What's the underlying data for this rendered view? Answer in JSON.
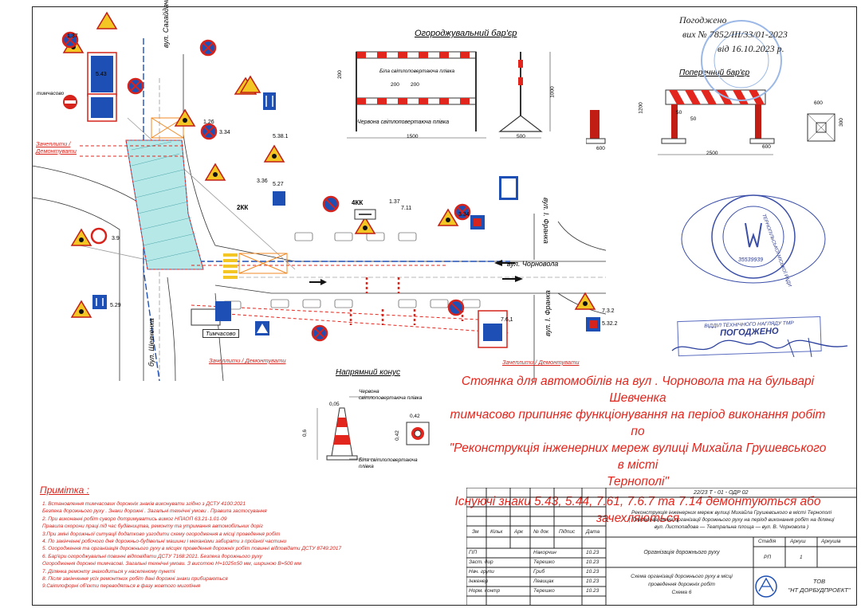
{
  "approval": {
    "line1": "Погоджено",
    "line2": "вих № 7852/ІІІ/33/01-2023",
    "line3": "від 16.10.2023 р."
  },
  "headings": {
    "fence": "Огороджувальний бар'єр",
    "cross_barrier": "Поперечний бар'єр",
    "cone": "Напрямний конус"
  },
  "fence_drawing": {
    "white_strip": "Біла світлоповертаюча плівка",
    "red_strip": "Червона світлоповертаюча плівка",
    "dims": [
      "200",
      "200",
      "200",
      "1500",
      "500",
      "1000",
      "600"
    ]
  },
  "cross_barrier_drawing": {
    "dims": [
      "1200",
      "50",
      "50",
      "2500",
      "600",
      "600",
      "300"
    ]
  },
  "cone_drawing": {
    "red_strip": "Червона світлоповертаюча плівка",
    "white_strip": "Біла світлоповертаюча плівка",
    "dims": [
      "0,05",
      "0,6",
      "0,42",
      "0,42"
    ]
  },
  "map_labels": {
    "street_chornovola": "вул. Чорновола",
    "street_franka_top": "вул. І. Франка",
    "street_franka_bottom": "вул. І. Франка",
    "street_shevchenka": "бул. Шевченка",
    "street_sahaidachnoho": "вул. Сагайдачного",
    "zones": [
      "Зачеплити / Демонтувати",
      "Зачеплити / Демонтувати",
      "Зачеплити / Демонтувати"
    ],
    "temporary": "Тимчасово",
    "parking": "тимчасово",
    "lane_2kk": "2КК",
    "lane_4kk": "4КК",
    "sign_codes": [
      "1.37",
      "3.34",
      "1.26",
      "3.9",
      "5.29",
      "5.32.2",
      "7.3.2",
      "3.36",
      "7.11",
      "5.27",
      "5.38.1",
      "3.34",
      "1.37",
      "5.43",
      "7.6.1"
    ]
  },
  "main_notice": {
    "line1": "Стоянка для автомобілів на вул . Чорновола та на бульварі Шевченка",
    "line2": "тимчасово припиняє функціонування на період виконання робіт по",
    "line3": "\"Реконструкція інженерних мереж вулиці Михайла Грушевського в місті",
    "line4": "Тернополі\"",
    "line5": "Існуючі знаки 5.43, 5.44, 7.61, 7.6.7 та 7.14 демонтуються або",
    "line6": "зачехляються"
  },
  "notes": {
    "title": "Примітка :",
    "items": [
      "1. Встановлення тимчасових дорожніх знаків виконувати згідно з ДСТУ 4100:2021",
      "Безпека дорожнього руху . Знаки дорожні . Загальні технічні умови . Правила застосування",
      "2. При виконанні робіт суворо дотримуватись вимог НПАОП 63.21-1.01-09",
      "Правила охорони праці під час будівництва, ремонту та утримання автомобільних доріг",
      "3.При зміні дорожньої ситуації додатково узгодити схему огородження в місці проведення робіт",
      "4. По закінченні робочого дня дорожньо-будівельні машини і механізми забирати з проїзної частини",
      "5. Огородження та організація дорожнього руху в місцях проведення дорожніх робіт повинні відповідати ДСТУ 8749:2017",
      "6. Бар'єри огороджувальні повинні відповідати ДСТУ 7168:2021. Безпека дорожнього руху",
      "Огородження дорожні тимчасові. Загальні технічні умови. З висотою Н=1025±50 мм, шириною В=500 мм",
      "7. Ділянка ремонту знаходиться у населеному пункті",
      "8. Після закінчення усіх ремонтних робіт дані дорожні знаки прибираються",
      "9.Світлофорні об'єкти переводяться в фазу жовтого мигotіння"
    ]
  },
  "title_block": {
    "code": "22/23 Т - 01 - ОДР 02",
    "project": "Реконструкція інженерних мереж вулиці Михайла Грушевського в місті Тернополі",
    "project2": "( Тимчасова схема організації дорожнього руху на період виконання робіт на ділянці",
    "project3": "вул. Листопадова — Театральна площа — вул. В. Чорновола )",
    "header_cols": [
      "Зм",
      "Кільк",
      "Арк",
      "№ док",
      "Підпис",
      "Дата"
    ],
    "staff": [
      {
        "role": "ГІП",
        "name": "Накорчин",
        "date": "10.23"
      },
      {
        "role": "Заст. дир",
        "name": "Терешко",
        "date": "10.23"
      },
      {
        "role": "Нач. групи",
        "name": "Гриб",
        "date": "10.23"
      },
      {
        "role": "Інженер",
        "name": "Левицак",
        "date": "10.23"
      },
      {
        "role": "Норм. контр",
        "name": "Терешко",
        "date": "10.23"
      }
    ],
    "org_title": "Організація дорожнього руху",
    "stage_label": "Стадія",
    "sheet_label": "Аркуш",
    "sheets_label": "Аркушів",
    "stage": "РП",
    "sheet": "1",
    "scheme_title1": "Схема організації дорожнього руху в місці",
    "scheme_title2": "проведення дорожніх робіт",
    "scheme_title3": "Схема 6",
    "company_top": "ТОВ",
    "company": "\"НТ ДОРБУДПРОЕКТ\""
  },
  "stamps": {
    "police_text": "ВІДДІЛ ТЕХНІЧНОГО НАГЛЯДУ ТМР",
    "police_text2": "ПОГОДЖЕНО",
    "council_text": "ТЕРНОПІЛЬСЬКОЇ МІСЬКОЇ РАДИ",
    "council_num": "35539939"
  },
  "colors": {
    "red": "#e2261d",
    "blue": "#1e4fb4",
    "cyan": "#7fd3d6",
    "orange": "#f08a25",
    "yellow_sign": "#f4c623"
  }
}
